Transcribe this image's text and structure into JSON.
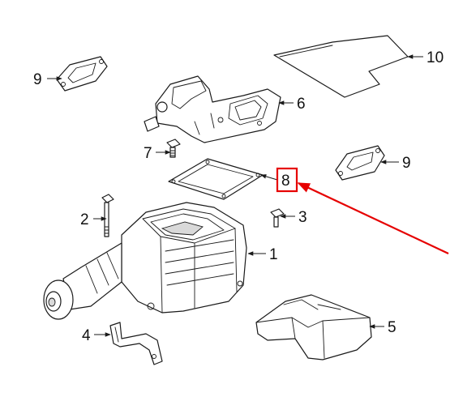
{
  "colors": {
    "highlight": "#e60000",
    "ink": "#1a1a1a"
  },
  "callouts": [
    {
      "id": "c10",
      "label": "10"
    },
    {
      "id": "c9a",
      "label": "9"
    },
    {
      "id": "c6",
      "label": "6"
    },
    {
      "id": "c7",
      "label": "7"
    },
    {
      "id": "c8",
      "label": "8",
      "highlighted": true
    },
    {
      "id": "c9b",
      "label": "9"
    },
    {
      "id": "c2",
      "label": "2"
    },
    {
      "id": "c3",
      "label": "3"
    },
    {
      "id": "c1",
      "label": "1"
    },
    {
      "id": "c4",
      "label": "4"
    },
    {
      "id": "c5",
      "label": "5"
    }
  ]
}
